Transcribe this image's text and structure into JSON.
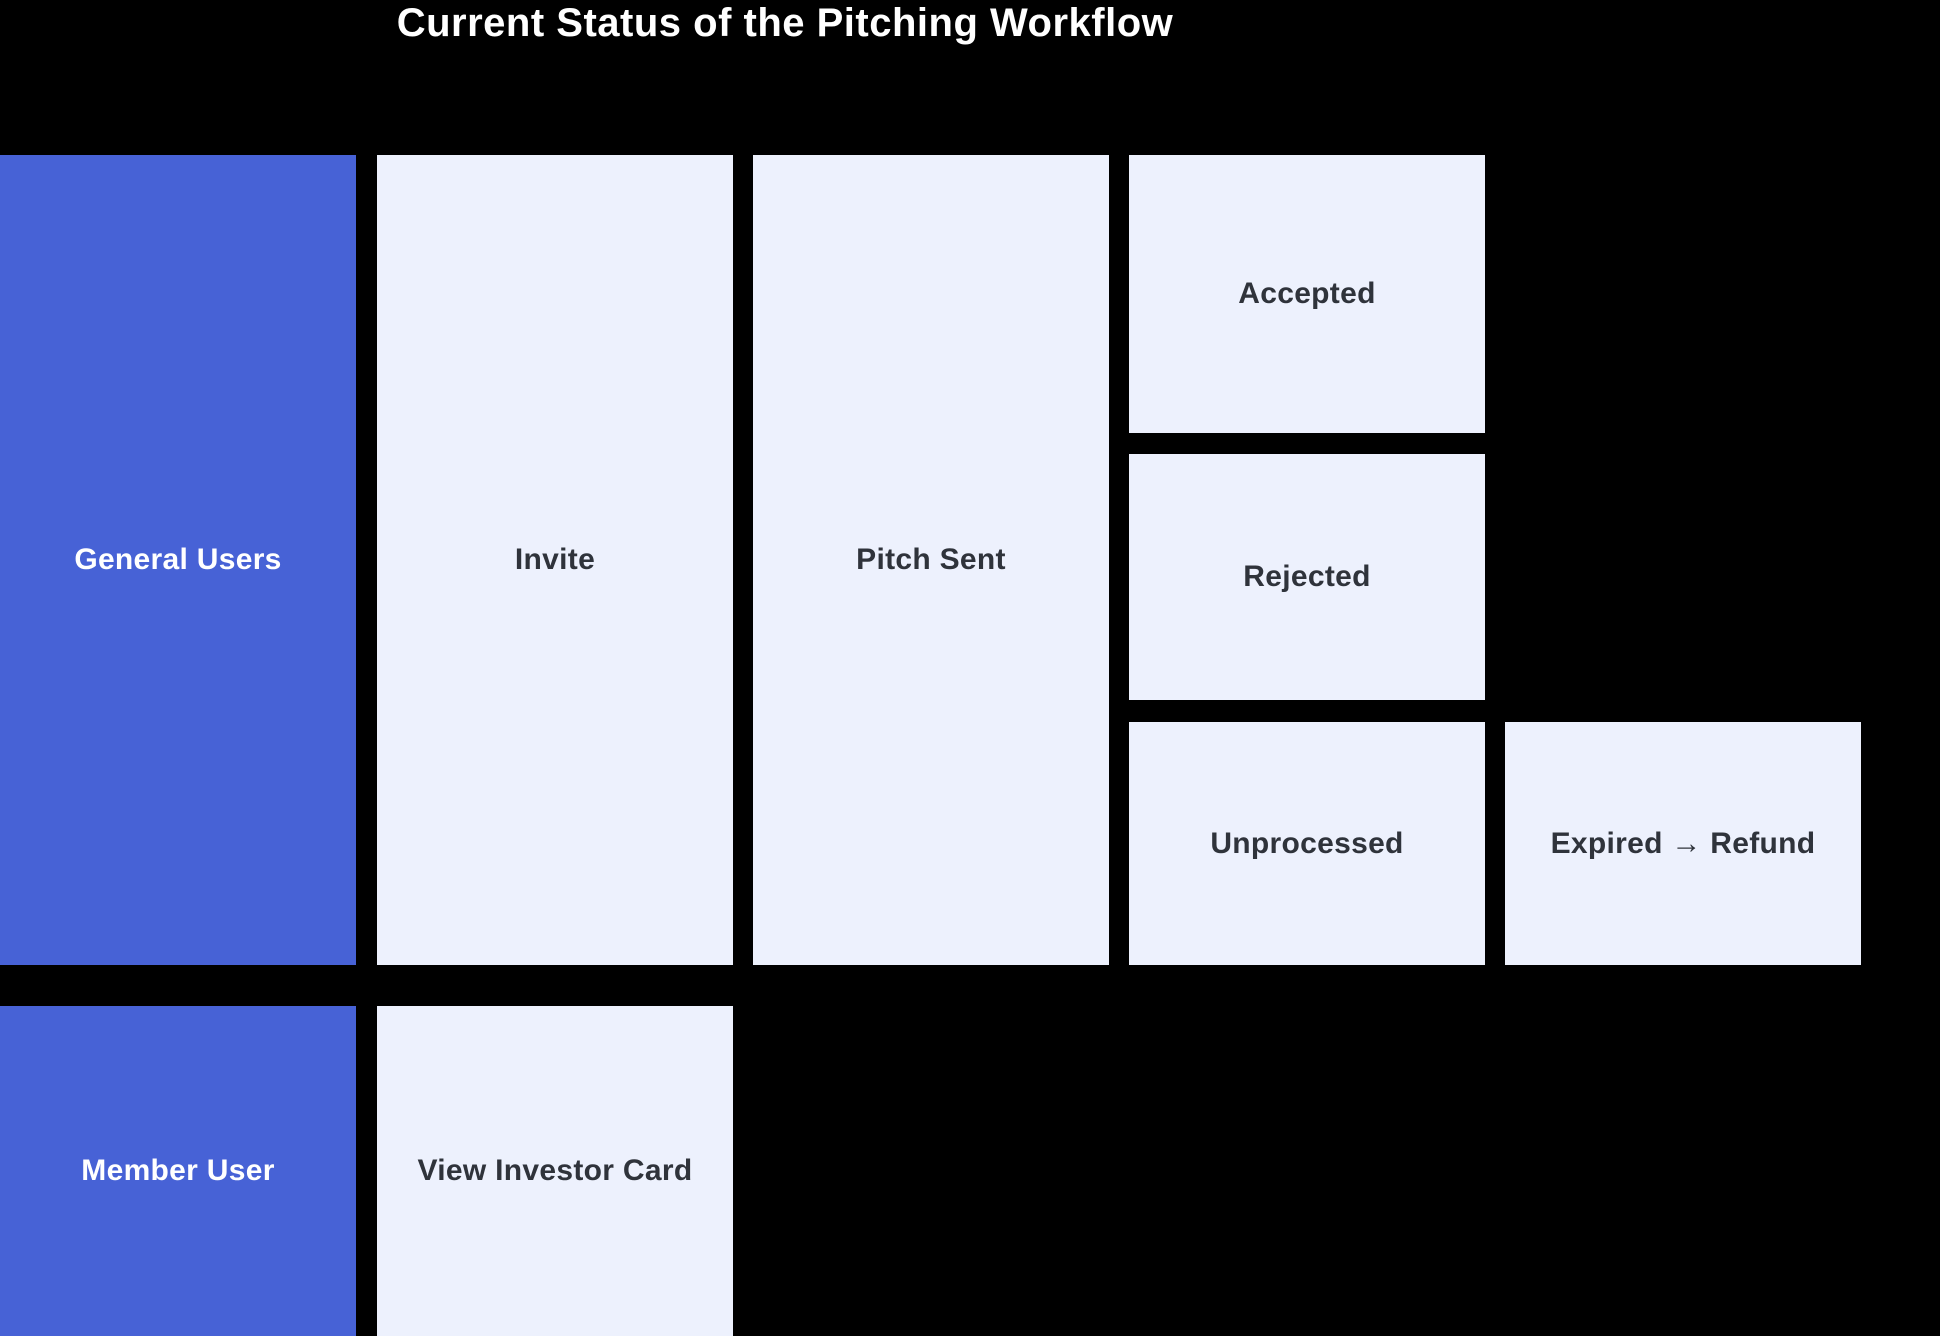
{
  "title": "Current Status of the Pitching Workflow",
  "colors": {
    "background": "#000000",
    "title_text": "#ffffff",
    "actor_fill": "#4762d6",
    "actor_text": "#ffffff",
    "stage_fill": "#edf1fd",
    "stage_text": "#2f333b"
  },
  "nodes": {
    "general_users": {
      "label": "General Users",
      "kind": "actor"
    },
    "invite": {
      "label": "Invite",
      "kind": "stage"
    },
    "pitch_sent": {
      "label": "Pitch Sent",
      "kind": "stage"
    },
    "accepted": {
      "label": "Accepted",
      "kind": "stage"
    },
    "rejected": {
      "label": "Rejected",
      "kind": "stage"
    },
    "unprocessed": {
      "label": "Unprocessed",
      "kind": "stage"
    },
    "expired_refund": {
      "label": "Expired → Refund",
      "kind": "stage"
    },
    "member_user": {
      "label": "Member User",
      "kind": "actor"
    },
    "view_investor_card": {
      "label": "View Investor Card",
      "kind": "stage"
    }
  }
}
